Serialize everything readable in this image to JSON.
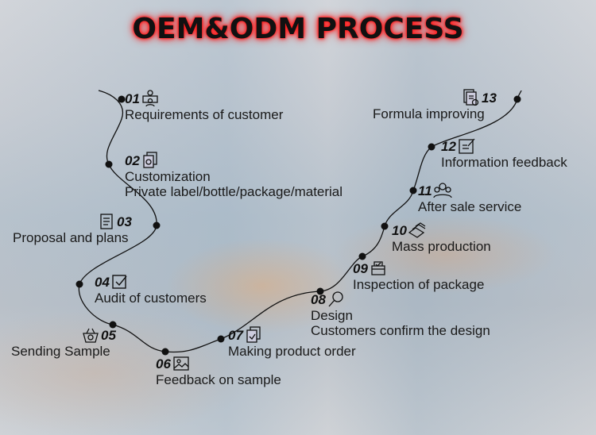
{
  "title": "OEM&ODM PROCESS",
  "steps": [
    {
      "num": "01",
      "icon": "people-meeting-icon",
      "lines": [
        "Requirements of customer"
      ]
    },
    {
      "num": "02",
      "icon": "documents-icon",
      "lines": [
        "Customization",
        "Private label/bottle/package/material"
      ]
    },
    {
      "num": "03",
      "icon": "clipboard-list-icon",
      "lines": [
        "Proposal and plans"
      ]
    },
    {
      "num": "04",
      "icon": "checkbox-icon",
      "lines": [
        "Audit of customers"
      ]
    },
    {
      "num": "05",
      "icon": "basket-icon",
      "lines": [
        "Sending Sample"
      ]
    },
    {
      "num": "06",
      "icon": "image-icon",
      "lines": [
        "Feedback on sample"
      ]
    },
    {
      "num": "07",
      "icon": "order-document-icon",
      "lines": [
        "Making product order"
      ]
    },
    {
      "num": "08",
      "icon": "magnifier-icon",
      "lines": [
        "Design",
        "Customers confirm the design"
      ]
    },
    {
      "num": "09",
      "icon": "package-check-icon",
      "lines": [
        "Inspection of package"
      ]
    },
    {
      "num": "10",
      "icon": "boxes-stack-icon",
      "lines": [
        "Mass production"
      ]
    },
    {
      "num": "11",
      "icon": "service-people-icon",
      "lines": [
        "After sale service"
      ]
    },
    {
      "num": "12",
      "icon": "feedback-edit-icon",
      "lines": [
        "Information feedback"
      ]
    },
    {
      "num": "13",
      "icon": "formula-document-icon",
      "lines": [
        "Formula improving"
      ]
    }
  ]
}
